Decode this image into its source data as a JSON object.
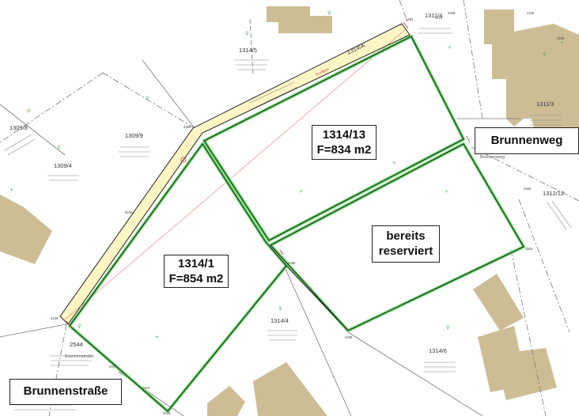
{
  "colors": {
    "building": "#cdbd95",
    "parcel_line": "#222222",
    "green_outline": "#6fe06f",
    "path_fill": "#fdf5c4",
    "red_text": "#d03030",
    "boundary_dash": "#777777"
  },
  "parcels": [
    {
      "id": "p1314_5",
      "num": "1314/5"
    },
    {
      "id": "p1311_4",
      "num": "1311/4"
    },
    {
      "id": "p1309_8",
      "num": "1309/8"
    },
    {
      "id": "p1309_9",
      "num": "1309/9"
    },
    {
      "id": "p1309_4",
      "num": "1309/4"
    },
    {
      "id": "p1311_3",
      "num": "1311/3"
    },
    {
      "id": "p1312_12",
      "num": "1312/12"
    },
    {
      "id": "p1314_4",
      "num": "1314/4"
    },
    {
      "id": "p2544",
      "num": "2544"
    },
    {
      "id": "p1314_6",
      "num": "1314/6"
    },
    {
      "id": "p1314_A",
      "num": "1314/A"
    }
  ],
  "point_labels": [
    "4494",
    "4429",
    "4105",
    "4106",
    "4103",
    "4486",
    "5109",
    "5108",
    "4488",
    "4518",
    "4489",
    "5107",
    "5106",
    "4519",
    "4483"
  ],
  "path_label": "F=156m²",
  "streets": {
    "brunnenweg_box": "Brunnenweg",
    "brunnenweg_small": "Brunnenweg",
    "brunnenstrasse_box": "Brunnenstraße",
    "brunnenstrasse_small": "Brunnenstraße"
  },
  "labels": {
    "lot_1314_13": {
      "line1": "1314/13",
      "line2": "F=834 m2"
    },
    "lot_1314_1": {
      "line1": "1314/1",
      "line2": "F=854 m2"
    },
    "reserved": {
      "line1": "bereits",
      "line2": "reserviert"
    }
  }
}
